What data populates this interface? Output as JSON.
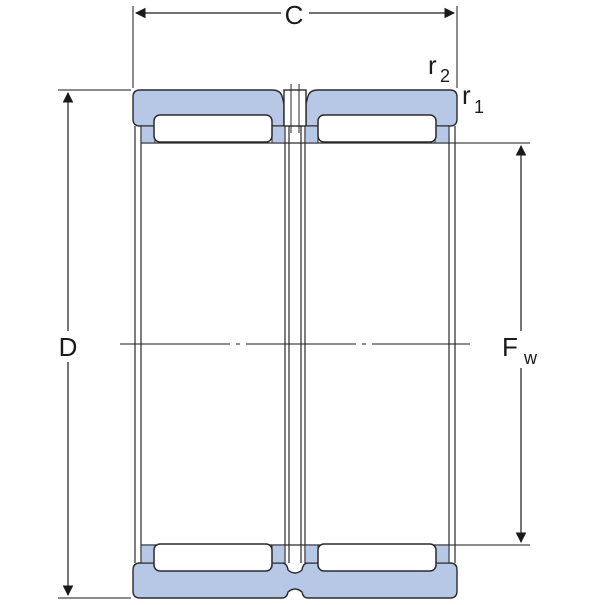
{
  "labels": {
    "width": "C",
    "outer_diameter": "D",
    "raceway_diameter_main": "F",
    "raceway_diameter_sub": "w",
    "radius_outer_main": "r",
    "radius_outer_sub": "2",
    "radius_inner_main": "r",
    "radius_inner_sub": "1"
  },
  "colors": {
    "ring_fill": "#b7c7e6",
    "ring_stroke": "#2a2a2a",
    "line": "#1a1a1a",
    "roller_fill": "#ffffff"
  }
}
